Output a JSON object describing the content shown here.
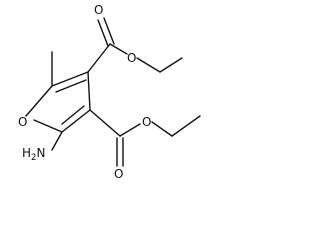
{
  "atoms": {
    "ring_oxygen": "O",
    "ester1_carbonyl_oxygen": "O",
    "ester1_ether_oxygen": "O",
    "ester2_carbonyl_oxygen": "O",
    "ester2_ether_oxygen": "O",
    "amino_group": {
      "element": "H",
      "subscript": "2",
      "trailing": "N"
    }
  }
}
